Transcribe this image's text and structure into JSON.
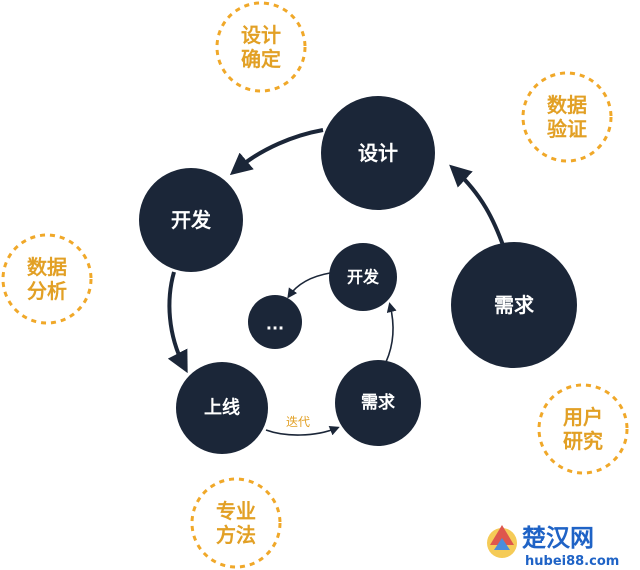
{
  "colors": {
    "node_fill": "#1b2638",
    "bubble_stroke": "#f0a829",
    "bubble_text": "#e2a025",
    "arrow": "#1b2638"
  },
  "outer_cycle": {
    "design": "设计",
    "develop": "开发",
    "launch": "上线",
    "requirement": "需求"
  },
  "inner_cycle": {
    "develop": "开发",
    "ellipsis": "...",
    "requirement": "需求",
    "iterate_label": "迭代"
  },
  "bubbles": {
    "design_confirm": [
      "设计",
      "确定"
    ],
    "data_verify": [
      "数据",
      "验证"
    ],
    "data_analysis": [
      "数据",
      "分析"
    ],
    "user_research": [
      "用户",
      "研究"
    ],
    "professional_method": [
      "专业",
      "方法"
    ]
  },
  "watermark": {
    "brand": "楚汉网",
    "url": "hubei88.com"
  }
}
